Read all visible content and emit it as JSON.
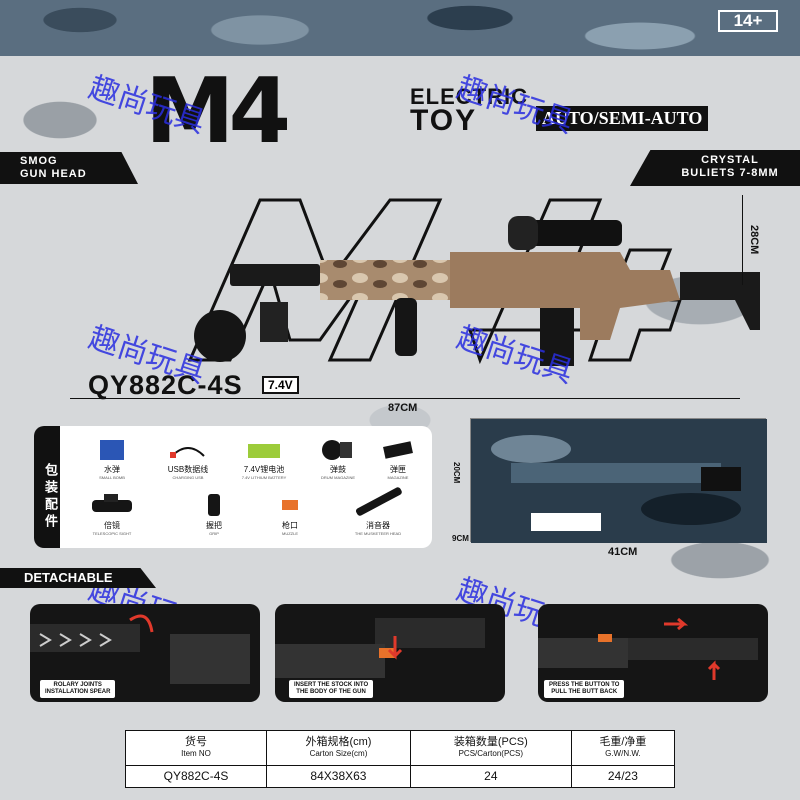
{
  "header": {
    "age_rating": "14+"
  },
  "title": {
    "main": "M4",
    "electric": "ELECTRIC",
    "toy": "TOY",
    "mode": "AUTO/SEMI-AUTO"
  },
  "tags": {
    "left": [
      "SMOG",
      "GUN HEAD"
    ],
    "right": [
      "CRYSTAL",
      "BULIETS 7-8MM"
    ]
  },
  "product": {
    "model": "QY882C-4S",
    "voltage": "7.4V"
  },
  "dimensions": {
    "gun_length": "87CM",
    "gun_height": "28CM",
    "box_length": "41CM",
    "box_height": "20CM",
    "box_depth": "9CM"
  },
  "watermark": "趣尚玩具",
  "accessories": {
    "label": "包装配件",
    "items": [
      {
        "cn": "水弹",
        "en": "SMALL BOMB",
        "icon": "water-beads-icon"
      },
      {
        "cn": "USB数据线",
        "en": "CHARGING USB",
        "icon": "usb-cable-icon"
      },
      {
        "cn": "7.4V锂电池",
        "en": "7.4V LITHIUM BATTERY",
        "icon": "battery-icon"
      },
      {
        "cn": "弹鼓",
        "en": "DRUM MAGAZINE",
        "icon": "drum-magazine-icon"
      },
      {
        "cn": "弹匣",
        "en": "MAGAZINE",
        "icon": "magazine-icon"
      },
      {
        "cn": "倍镜",
        "en": "TELESCOPIC SIGHT",
        "icon": "scope-icon"
      },
      {
        "cn": "握把",
        "en": "GRIP",
        "icon": "grip-icon"
      },
      {
        "cn": "枪口",
        "en": "MUZZLE",
        "icon": "muzzle-icon"
      },
      {
        "cn": "消音器",
        "en": "THE MUSKETEER HEAD",
        "icon": "silencer-icon"
      }
    ]
  },
  "detachable": {
    "title": "DETACHABLE",
    "steps": [
      {
        "caption": [
          "ROLARY JOINTS",
          "INSTALLATION SPEAR"
        ]
      },
      {
        "caption": [
          "INSERT THE STOCK INTO",
          "THE BODY OF THE GUN"
        ]
      },
      {
        "caption": [
          "PRESS THE BUTTON TO",
          "PULL THE BUTT BACK"
        ]
      }
    ]
  },
  "spec_table": {
    "headers": [
      {
        "cn": "货号",
        "en": "Item NO"
      },
      {
        "cn": "外箱规格(cm)",
        "en": "Carton Size(cm)"
      },
      {
        "cn": "装箱数量(PCS)",
        "en": "PCS/Carton(PCS)"
      },
      {
        "cn": "毛重/净重",
        "en": "G.W/N.W."
      }
    ],
    "row": [
      "QY882C-4S",
      "84X38X63",
      "24",
      "24/23"
    ]
  },
  "colors": {
    "accent_red": "#e0392b",
    "dark": "#111111",
    "watermark": "#2a2ee0"
  }
}
